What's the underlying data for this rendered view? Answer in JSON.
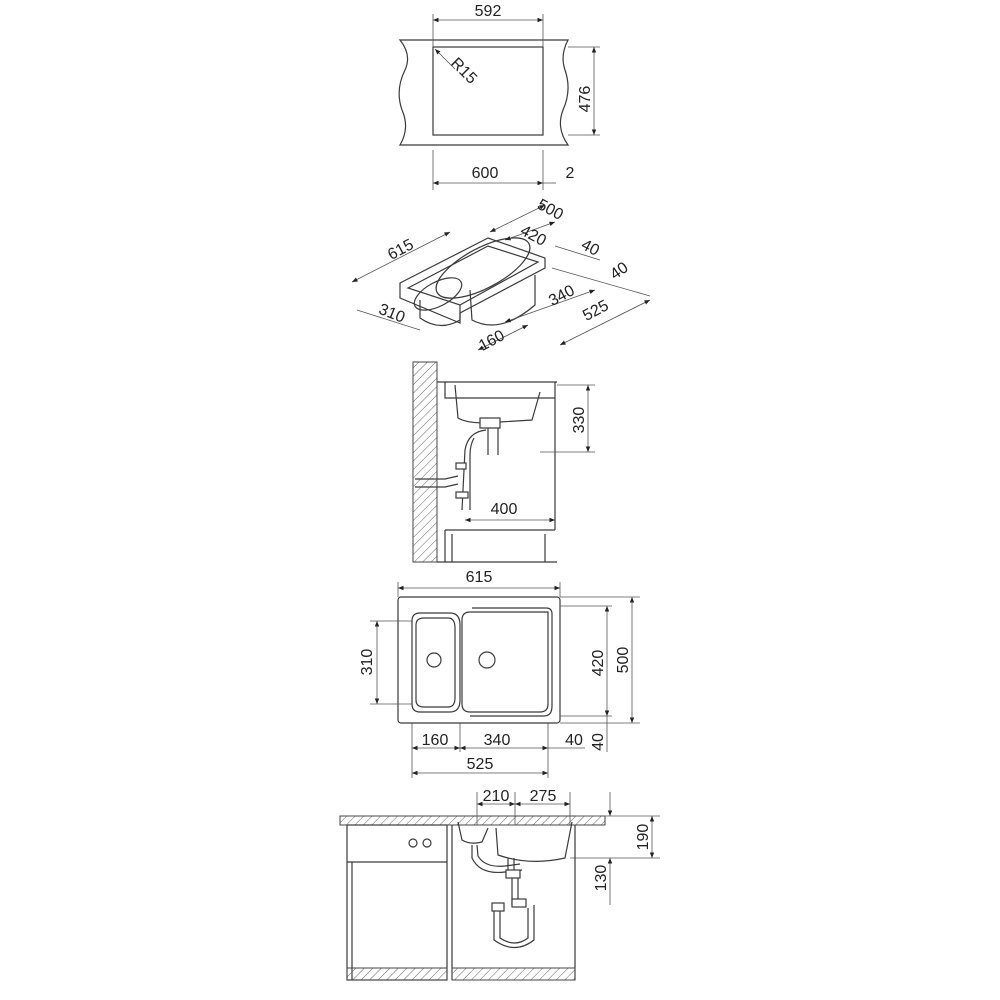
{
  "views": {
    "cutout": {
      "width_top": "592",
      "radius": "R15",
      "height": "476",
      "width_bottom": "600",
      "gap": "2"
    },
    "isometric": {
      "depth": "500",
      "bowl_depth": "420",
      "rim_back": "40",
      "rim_side": "40",
      "length": "615",
      "small_bowl": "310",
      "large_bowl_len": "340",
      "overall_len": "525",
      "small_bowl_len": "160"
    },
    "side_section": {
      "height": "330",
      "depth": "400"
    },
    "plan": {
      "length": "615",
      "small_bowl_width": "310",
      "bowl_width": "420",
      "overall_width": "500",
      "small_len": "160",
      "large_len": "340",
      "rim_right": "40",
      "rim_bottom": "40",
      "overall_len": "525"
    },
    "front_section": {
      "drain_left": "210",
      "drain_right": "275",
      "total_depth": "190",
      "bowl_depth": "130"
    }
  }
}
